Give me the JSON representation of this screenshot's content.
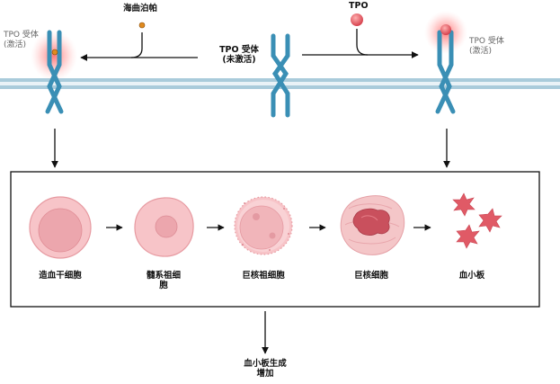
{
  "labels": {
    "eltrombopag": "海曲泊帕",
    "tpo": "TPO",
    "receptor_inactive_l1": "TPO 受体",
    "receptor_inactive_l2": "(未激活)",
    "receptor_left_l1": "TPO 受体",
    "receptor_left_l2": "(激活)",
    "receptor_right_l1": "TPO 受体",
    "receptor_right_l2": "(激活)",
    "result_l1": "血小板生成",
    "result_l2": "增加"
  },
  "stages": [
    {
      "label_l1": "造血干细胞",
      "label_l2": ""
    },
    {
      "label_l1": "髓系祖细",
      "label_l2": "胞"
    },
    {
      "label_l1": "巨核祖细胞",
      "label_l2": ""
    },
    {
      "label_l1": "巨核细胞",
      "label_l2": ""
    },
    {
      "label_l1": "血小板",
      "label_l2": ""
    }
  ],
  "colors": {
    "receptor": "#3a8fb5",
    "receptor_dark": "#1f5f80",
    "membrane": "#9ec4d6",
    "tpo_ligand": "#e05a66",
    "eltrombopag_dot": "#e08a1e",
    "cell_fill": "#f5bcc0",
    "cell_stroke": "#e28a92",
    "nucleus": "#eaa0a6",
    "platelet": "#e05a66"
  }
}
